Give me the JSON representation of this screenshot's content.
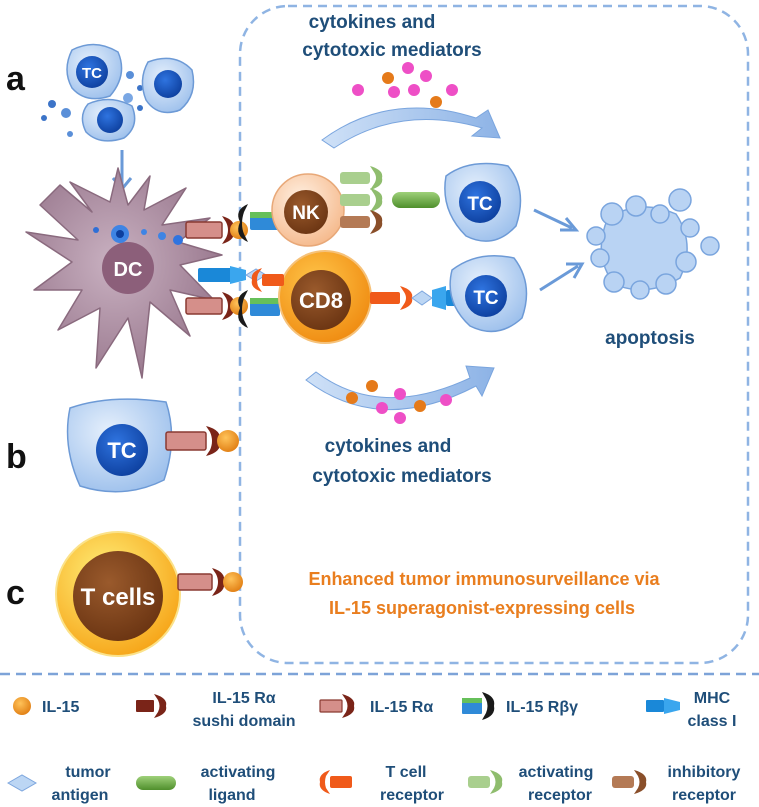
{
  "panels": {
    "a": "a",
    "b": "b",
    "c": "c"
  },
  "cells": {
    "tc": "TC",
    "dc": "DC",
    "nk": "NK",
    "cd8": "CD8",
    "tcells": "T cells"
  },
  "labels": {
    "cytokines_top_1": "cytokines and",
    "cytokines_top_2": "cytotoxic mediators",
    "cytokines_bottom_1": "cytokines and",
    "cytokines_bottom_2": "cytotoxic mediators",
    "apoptosis": "apoptosis",
    "enhanced_1": "Enhanced tumor immunosurveillance via",
    "enhanced_2": "IL-15 superagonist-expressing cells"
  },
  "legend": [
    {
      "id": "il15",
      "icon": "il15-dot-icon",
      "lines": [
        "IL-15"
      ]
    },
    {
      "id": "il15-ra-sushi",
      "icon": "il15-ra-sushi-icon",
      "lines": [
        "IL-15 Rα",
        "sushi domain"
      ]
    },
    {
      "id": "il15-ra",
      "icon": "il15-ra-icon",
      "lines": [
        "IL-15 Rα"
      ]
    },
    {
      "id": "il15-rbg",
      "icon": "il15-rbg-icon",
      "lines": [
        "IL-15 Rβγ"
      ]
    },
    {
      "id": "mhc",
      "icon": "mhc-icon",
      "lines": [
        "MHC",
        "class I"
      ]
    },
    {
      "id": "tumor-antigen",
      "icon": "tumor-antigen-icon",
      "lines": [
        "tumor",
        "antigen"
      ]
    },
    {
      "id": "activating-ligand",
      "icon": "activating-ligand-icon",
      "lines": [
        "activating",
        "ligand"
      ]
    },
    {
      "id": "tcr",
      "icon": "tcr-icon",
      "lines": [
        "T cell",
        "receptor"
      ]
    },
    {
      "id": "activating-receptor",
      "icon": "activating-receptor-icon",
      "lines": [
        "activating",
        "receptor"
      ]
    },
    {
      "id": "inhibitory-receptor",
      "icon": "inhibitory-receptor-icon",
      "lines": [
        "inhibitory",
        "receptor"
      ]
    }
  ],
  "colors": {
    "il15": "#e8901c",
    "tc_cell": "#a7c8ef",
    "tc_nucleus": "#1a57c0",
    "dc_cell": "#a9899d",
    "nk_cell": "#fbd3b6",
    "cd8_cell": "#f29a1a",
    "cytokine_pink": "#ee4fc6",
    "cytokine_orange": "#e57a1a",
    "dashed": "#8fb4e3",
    "text_blue": "#1f4e79",
    "text_orange": "#e97e1f"
  }
}
